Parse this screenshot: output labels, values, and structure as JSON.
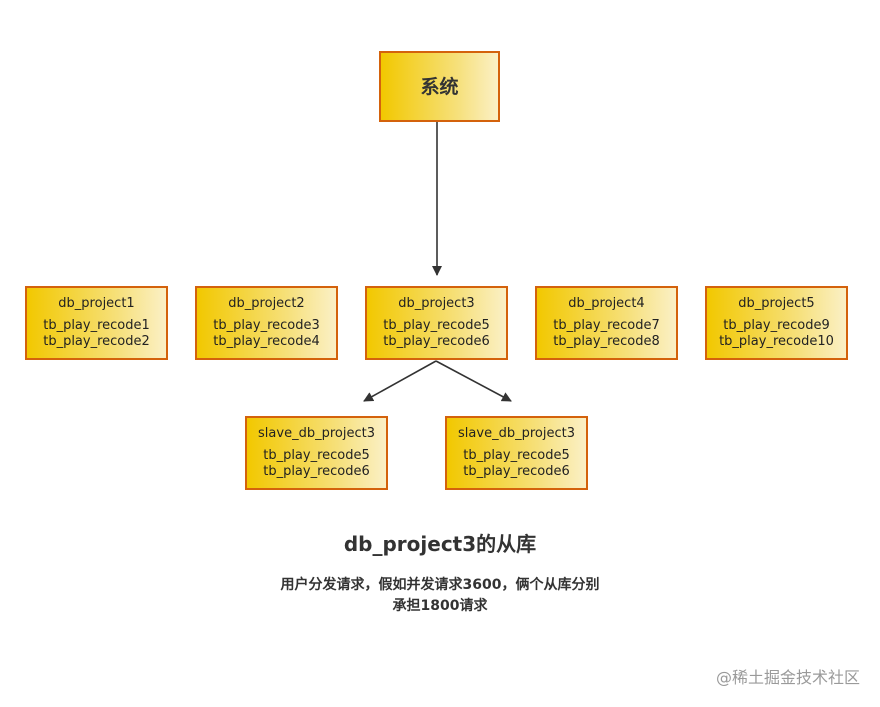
{
  "root": {
    "label": "系统"
  },
  "databases": [
    {
      "name": "db_project1",
      "tables": [
        "tb_play_recode1",
        "tb_play_recode2"
      ]
    },
    {
      "name": "db_project2",
      "tables": [
        "tb_play_recode3",
        "tb_play_recode4"
      ]
    },
    {
      "name": "db_project3",
      "tables": [
        "tb_play_recode5",
        "tb_play_recode6"
      ]
    },
    {
      "name": "db_project4",
      "tables": [
        "tb_play_recode7",
        "tb_play_recode8"
      ]
    },
    {
      "name": "db_project5",
      "tables": [
        "tb_play_recode9",
        "tb_play_recode10"
      ]
    }
  ],
  "slaves": [
    {
      "name": "slave_db_project3",
      "tables": [
        "tb_play_recode5",
        "tb_play_recode6"
      ]
    },
    {
      "name": "slave_db_project3",
      "tables": [
        "tb_play_recode5",
        "tb_play_recode6"
      ]
    }
  ],
  "caption": {
    "title": "db_project3的从库",
    "line1": "用户分发请求，假如并发请求3600，俩个从库分别",
    "line2": "承担1800请求"
  },
  "watermark": "@稀土掘金技术社区",
  "colors": {
    "box_fill_start": "#f2c800",
    "box_fill_end": "#fbf0c6",
    "box_border": "#d4620c",
    "arrow": "#333333"
  }
}
